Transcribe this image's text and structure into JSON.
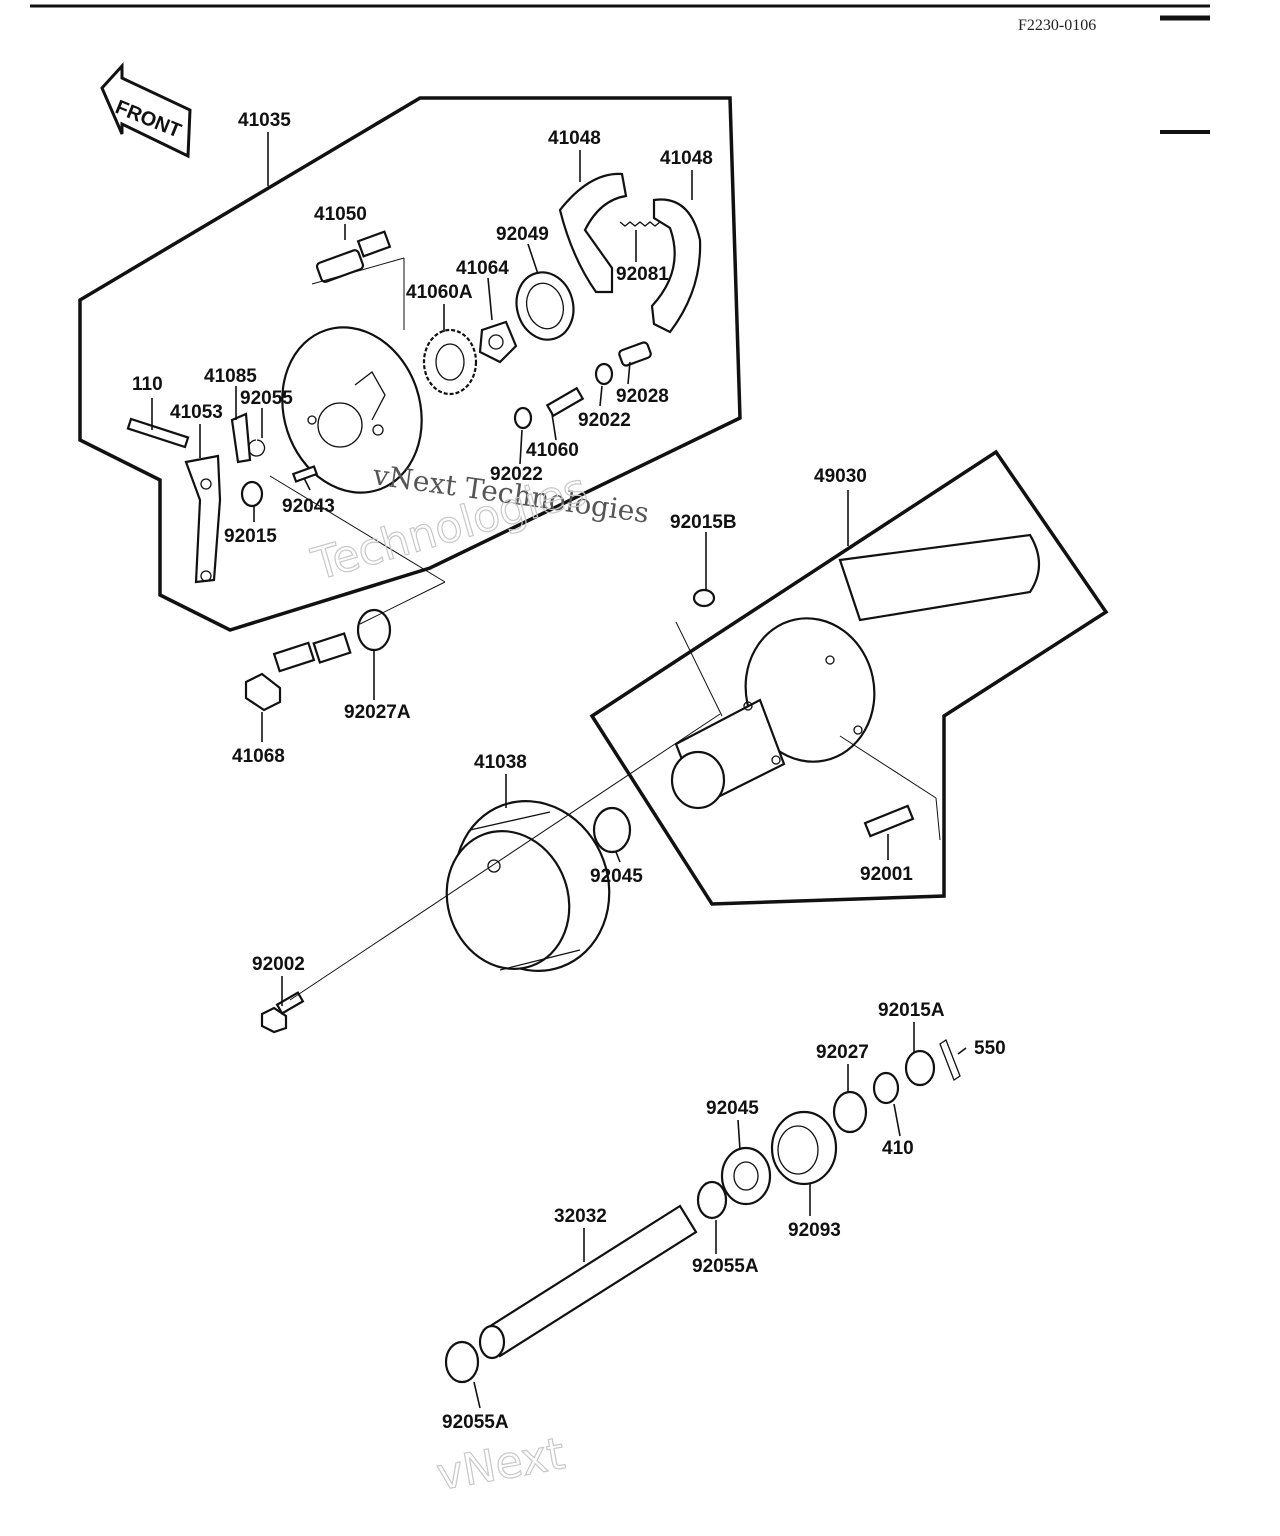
{
  "header": {
    "doc_code": "F2230-0106"
  },
  "front_arrow": {
    "label": "FRONT",
    "icon": "front-direction-arrow-icon"
  },
  "watermark": {
    "line1": "vNext Technologies",
    "line2": "Technologies",
    "line3": "vNext"
  },
  "callouts": {
    "p41035": "41035",
    "p41048a": "41048",
    "p41048b": "41048",
    "p41050": "41050",
    "p92049": "92049",
    "p41064": "41064",
    "p92081": "92081",
    "p41060A": "41060A",
    "p110": "110",
    "p41085": "41085",
    "p92055": "92055",
    "p41053": "41053",
    "p92028": "92028",
    "p92022a": "92022",
    "p41060": "41060",
    "p92022b": "92022",
    "p92043": "92043",
    "p92015": "92015",
    "p49030": "49030",
    "p92015B": "92015B",
    "p92027A": "92027A",
    "p41068": "41068",
    "p41038": "41038",
    "p92045a": "92045",
    "p92001": "92001",
    "p92002": "92002",
    "p92015A": "92015A",
    "p550": "550",
    "p92027": "92027",
    "p92045b": "92045",
    "p410": "410",
    "p92093": "92093",
    "p32032": "32032",
    "p92055Aa": "92055A",
    "p92055Ab": "92055A"
  }
}
